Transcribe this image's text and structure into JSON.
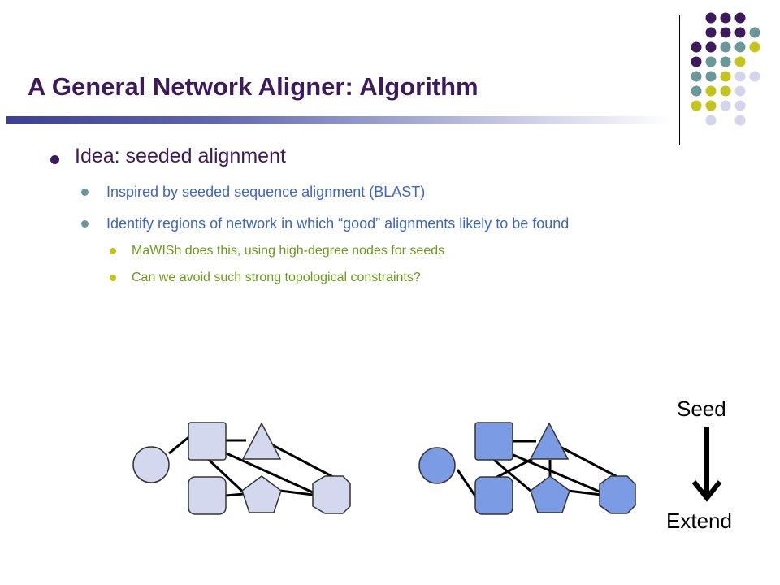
{
  "title": "A General Network Aligner: Algorithm",
  "bullets": {
    "level1": "Idea: seeded alignment",
    "level2": [
      "Inspired by seeded sequence alignment (BLAST)",
      "Identify regions of network in which “good” alignments likely to be found"
    ],
    "level3": [
      "MaWISh does this, using high-degree nodes for seeds",
      "Can we avoid such strong topological constraints?"
    ]
  },
  "diagram": {
    "seed_label": "Seed",
    "extend_label": "Extend",
    "left_network_color": "#d4d8ee",
    "right_network_color": "#7b9be4"
  },
  "colors": {
    "title": "#3d1a5c",
    "level2_text": "#3b66c7",
    "level3_text": "#6a9a1a",
    "dot_purple": "#3d1a5c",
    "dot_teal": "#6a9898",
    "dot_yellow": "#c4c41a",
    "dot_lavender": "#d4d4ec"
  }
}
